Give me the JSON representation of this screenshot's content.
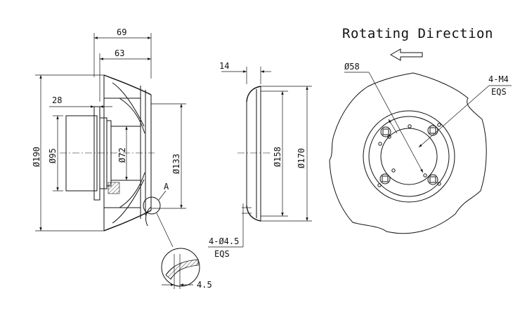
{
  "title": "Rotating Direction",
  "side_view": {
    "dim_69": "69",
    "dim_63": "63",
    "dim_28": "28",
    "dim_190": "Ø190",
    "dim_95": "Ø95",
    "dim_72": "Ø72",
    "dim_133": "Ø133",
    "detail_ref": "A",
    "dim_4_5": "4.5"
  },
  "ring_view": {
    "dim_14": "14",
    "dim_158": "Ø158",
    "dim_170": "Ø170",
    "holes_line1": "4-Ø4.5",
    "holes_line2": "EQS"
  },
  "front_view": {
    "dim_58": "Ø58",
    "thread_line1": "4-M4",
    "thread_line2": "EQS"
  },
  "icons": {
    "direction_arrow": "left-arrow-icon",
    "hatch": "hatch-pattern"
  }
}
